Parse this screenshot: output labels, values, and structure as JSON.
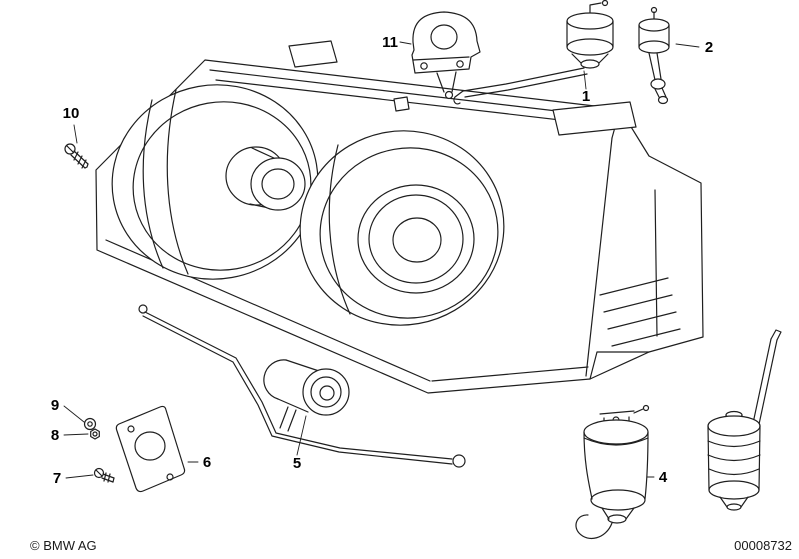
{
  "colors": {
    "ink": "#1f1f1f",
    "background": "#ffffff"
  },
  "footer": {
    "copyright": "© BMW AG",
    "document_number": "00008732"
  },
  "callouts": [
    {
      "label": "1"
    },
    {
      "label": "2"
    },
    {
      "label": "4"
    },
    {
      "label": "5"
    },
    {
      "label": "6"
    },
    {
      "label": "7"
    },
    {
      "label": "8"
    },
    {
      "label": "9"
    },
    {
      "label": "10"
    },
    {
      "label": "11"
    }
  ]
}
